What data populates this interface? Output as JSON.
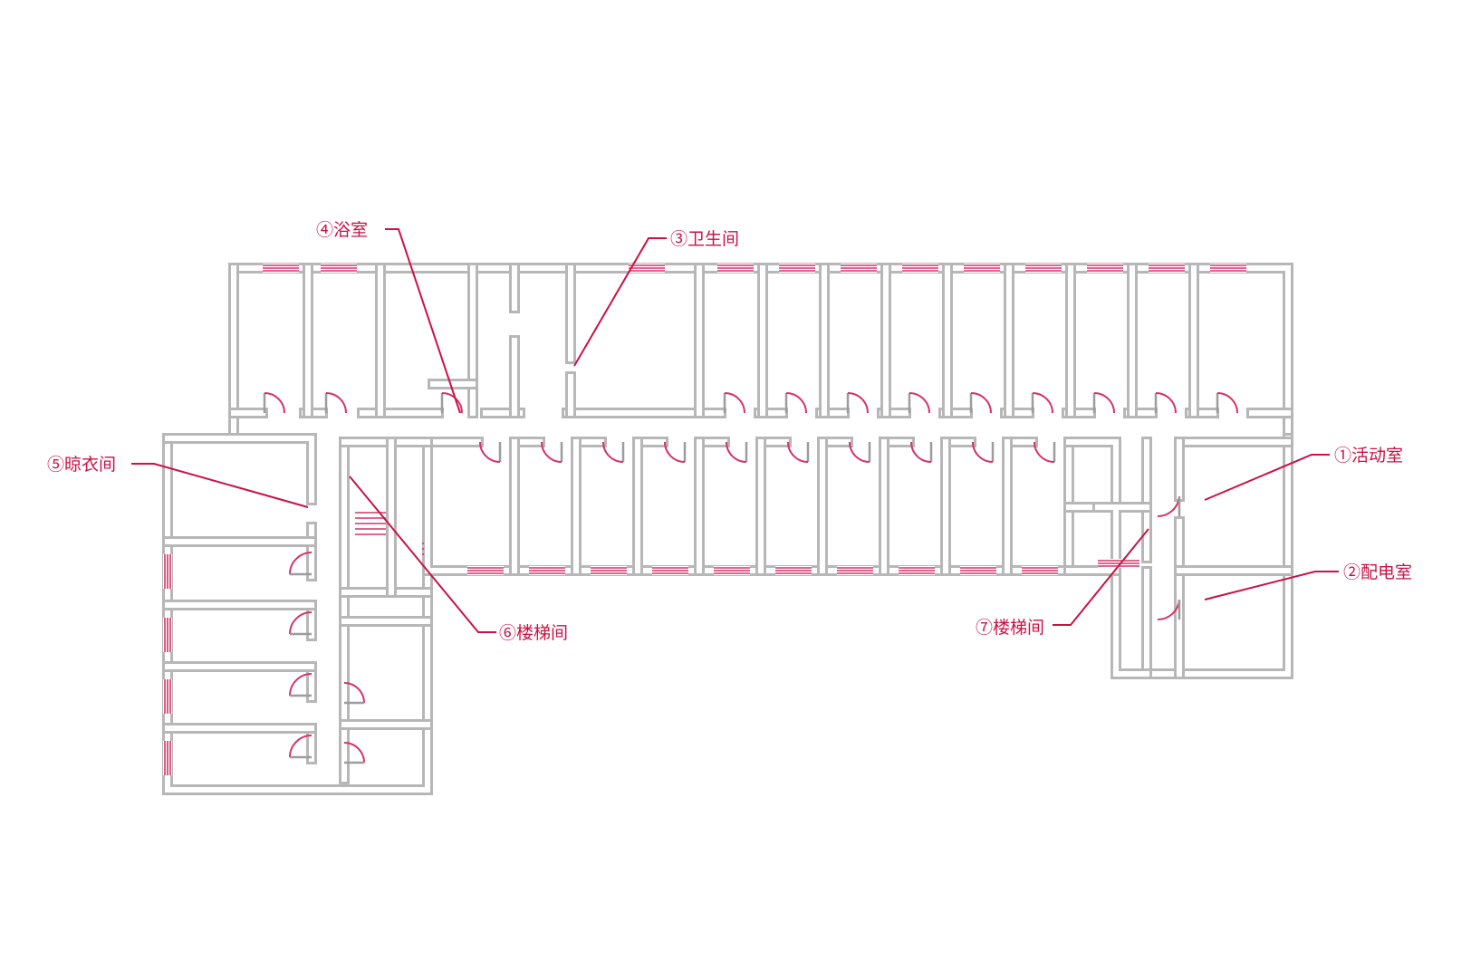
{
  "colors": {
    "wall": "#b7b7b7",
    "accent": "#d6336a",
    "leader": "#cc1144",
    "background": "#ffffff"
  },
  "labels": {
    "activity_room": "①活动室",
    "power_room": "②配电室",
    "restroom": "③卫生间",
    "bathroom": "④浴室",
    "drying_room": "⑤晾衣间",
    "stairwell_6": "⑥楼梯间",
    "stairwell_7": "⑦楼梯间"
  }
}
